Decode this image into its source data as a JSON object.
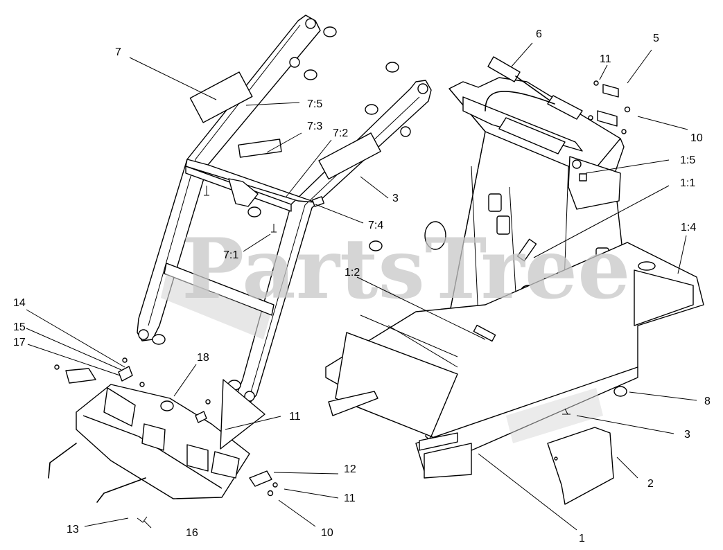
{
  "watermark": "PartsTree",
  "callouts": [
    {
      "id": "c7",
      "label": "7"
    },
    {
      "id": "c7-5",
      "label": "7:5"
    },
    {
      "id": "c7-3",
      "label": "7:3"
    },
    {
      "id": "c7-2",
      "label": "7:2"
    },
    {
      "id": "c3a",
      "label": "3"
    },
    {
      "id": "c7-4",
      "label": "7:4"
    },
    {
      "id": "c7-1",
      "label": "7:1"
    },
    {
      "id": "c6",
      "label": "6"
    },
    {
      "id": "c11a",
      "label": "11"
    },
    {
      "id": "c5",
      "label": "5"
    },
    {
      "id": "c10a",
      "label": "10"
    },
    {
      "id": "c1-5",
      "label": "1:5"
    },
    {
      "id": "c1-1",
      "label": "1:1"
    },
    {
      "id": "c1-4",
      "label": "1:4"
    },
    {
      "id": "c1-2",
      "label": "1:2"
    },
    {
      "id": "c14",
      "label": "14"
    },
    {
      "id": "c15",
      "label": "15"
    },
    {
      "id": "c17",
      "label": "17"
    },
    {
      "id": "c18",
      "label": "18"
    },
    {
      "id": "c11b",
      "label": "11"
    },
    {
      "id": "c12",
      "label": "12"
    },
    {
      "id": "c11c",
      "label": "11"
    },
    {
      "id": "c10b",
      "label": "10"
    },
    {
      "id": "c13",
      "label": "13"
    },
    {
      "id": "c16",
      "label": "16"
    },
    {
      "id": "c8",
      "label": "8"
    },
    {
      "id": "c3b",
      "label": "3"
    },
    {
      "id": "c2",
      "label": "2"
    },
    {
      "id": "c1",
      "label": "1"
    }
  ]
}
